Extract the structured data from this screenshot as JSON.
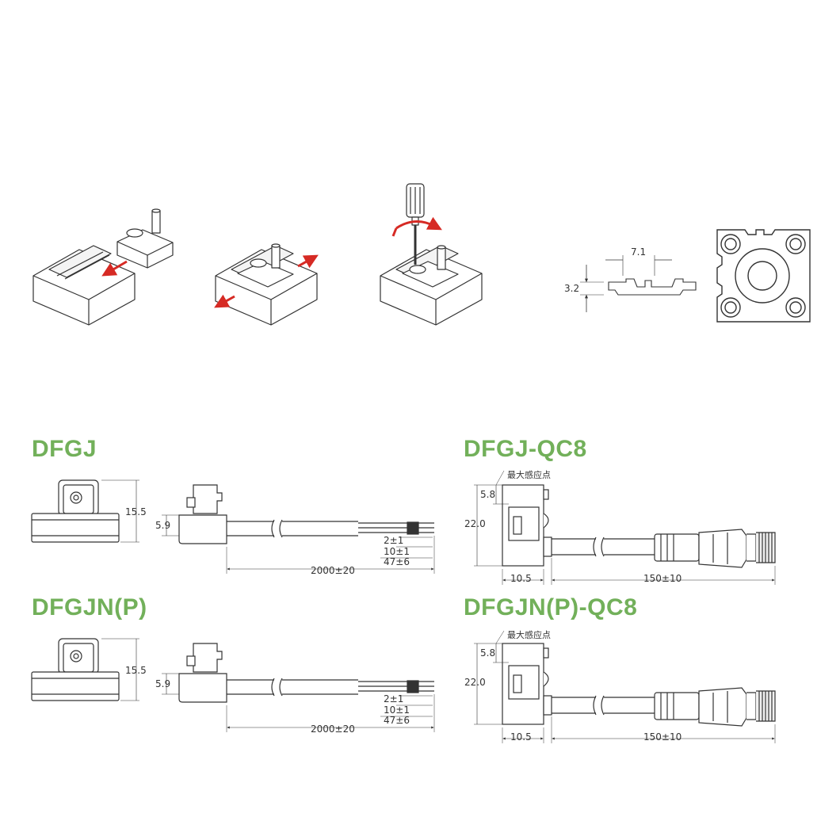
{
  "colors": {
    "title": "#72b05a",
    "arrow": "#d62a24",
    "line": "#333333",
    "fill": "#ffffff"
  },
  "install": {
    "slot_width": "7.1",
    "slot_depth": "3.2"
  },
  "models": {
    "dfgj": {
      "title": "DFGJ",
      "height_total": "15.5",
      "height_body": "5.9",
      "lead_1": "2±1",
      "lead_2": "10±1",
      "lead_3": "47±6",
      "cable_length": "2000±20"
    },
    "dfgjn": {
      "title": "DFGJN(P)",
      "height_total": "15.5",
      "height_body": "5.9",
      "lead_1": "2±1",
      "lead_2": "10±1",
      "lead_3": "47±6",
      "cable_length": "2000±20"
    },
    "dfgj_qc8": {
      "title": "DFGJ-QC8",
      "sensing_point_label": "最大感应点",
      "sensing_offset": "5.8",
      "height": "22.0",
      "width": "10.5",
      "cable_length": "150±10"
    },
    "dfgjn_qc8": {
      "title": "DFGJN(P)-QC8",
      "sensing_point_label": "最大感应点",
      "sensing_offset": "5.8",
      "height": "22.0",
      "width": "10.5",
      "cable_length": "150±10"
    }
  }
}
